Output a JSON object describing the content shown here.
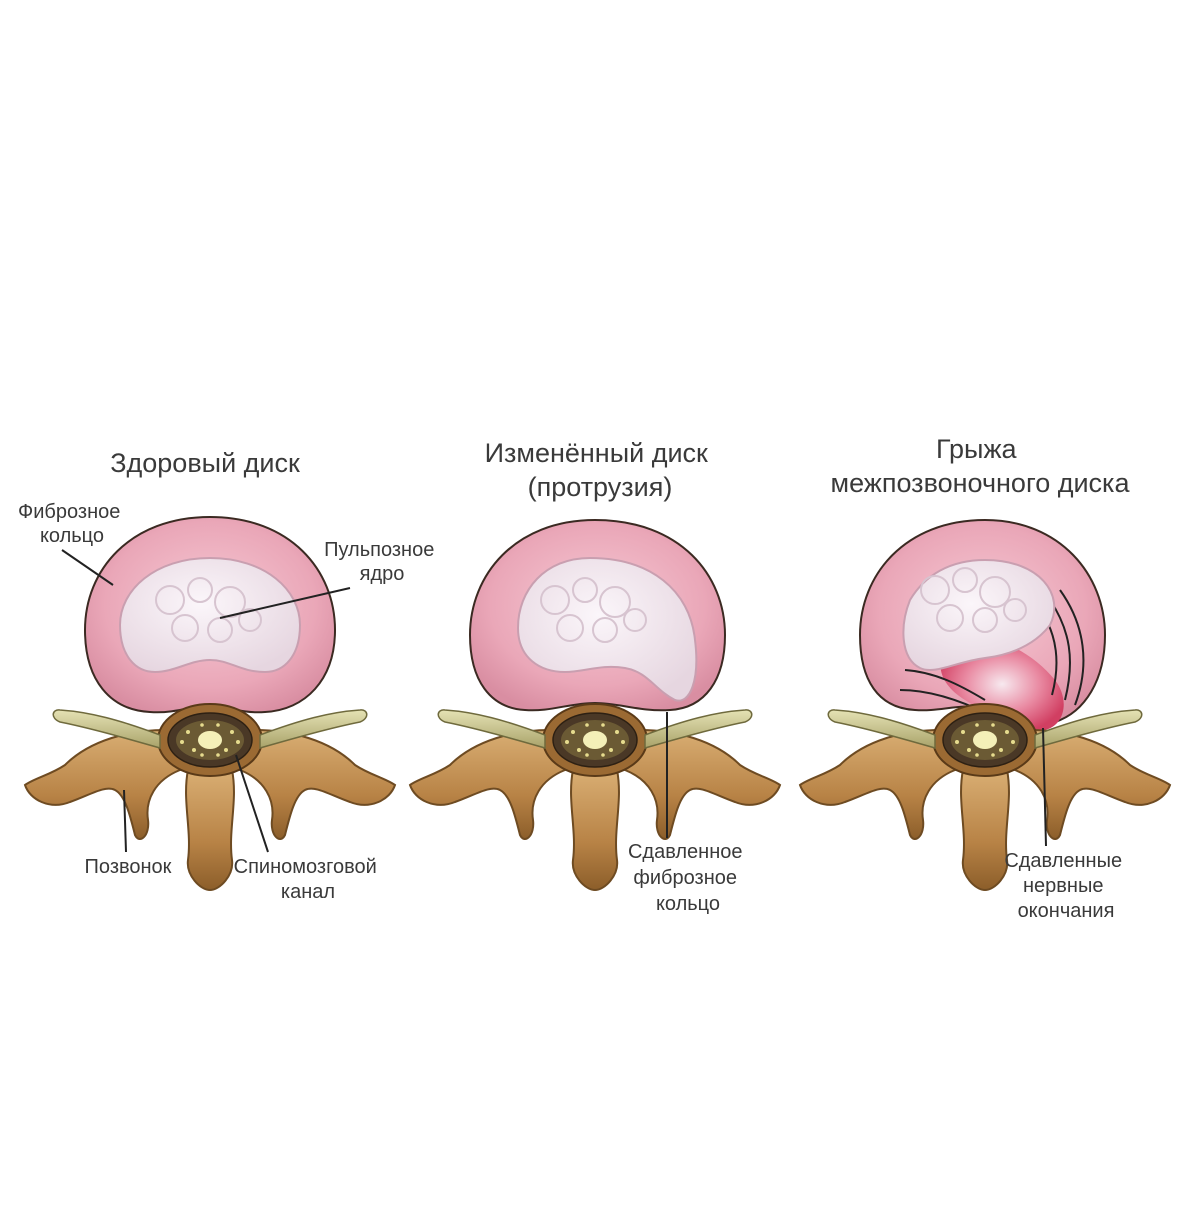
{
  "panels": [
    {
      "title_lines": [
        "Здоровый диск"
      ],
      "labels": {
        "annulus": [
          "Фиброзное",
          "кольцо"
        ],
        "nucleus": [
          "Пульпозное",
          "ядро"
        ],
        "vertebra": [
          "Позвонок"
        ],
        "canal": [
          "Спиномозговой",
          "канал"
        ]
      }
    },
    {
      "title_lines": [
        "Изменённый диск",
        "(протрузия)"
      ],
      "labels": {
        "compressed": [
          "Сдавленное",
          "фиброзное",
          "кольцо"
        ]
      }
    },
    {
      "title_lines": [
        "Грыжа",
        "межпозвоночного диска"
      ],
      "labels": {
        "nerves": [
          "Сдавленные",
          "нервные",
          "окончания"
        ]
      }
    }
  ],
  "colors": {
    "annulus": "#e8a9b8",
    "annulus_edge": "#3b2a22",
    "nucleus": "#f1e7ee",
    "bone": "#b9894f",
    "bone_dark": "#6e4b22",
    "nerve": "#c9c48c",
    "hernia": "#d9506e"
  }
}
